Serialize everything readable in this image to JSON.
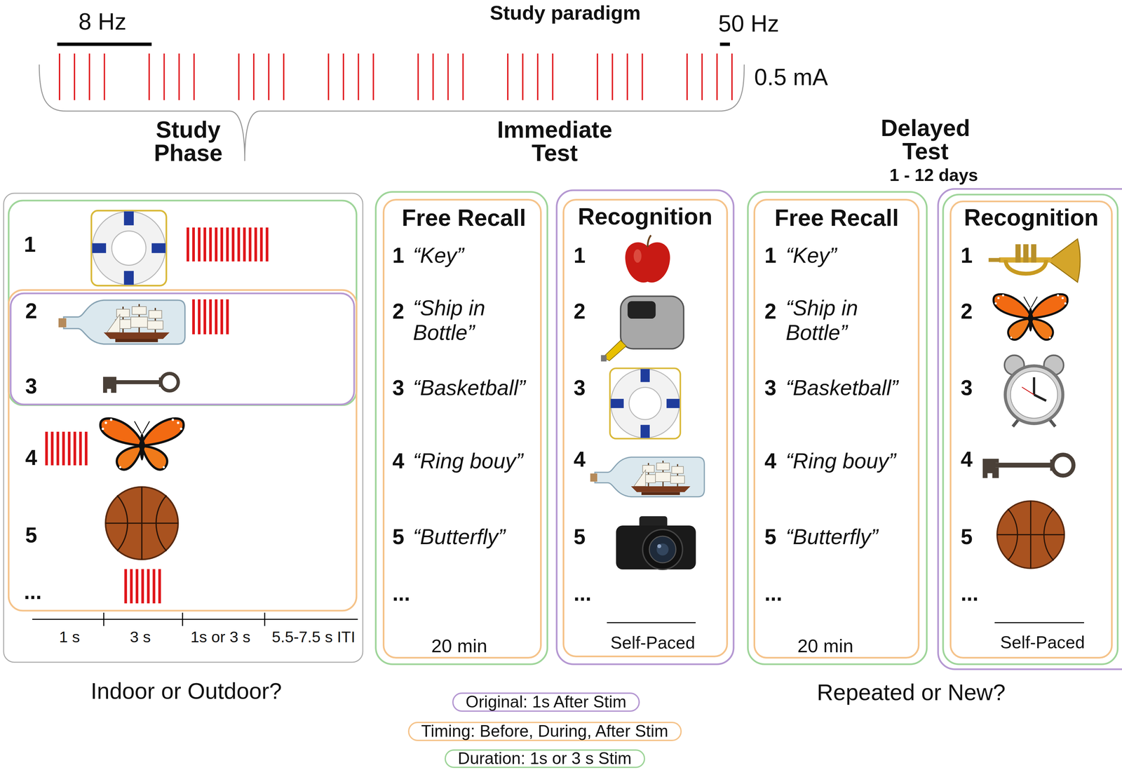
{
  "diagram": {
    "title": "Study paradigm",
    "nodes": [
      {
        "text": [
          "Free Recall",
          "1",
          "“Key”",
          "2",
          "“Ship in Bottle”",
          "3",
          "“Basketball”",
          "4",
          "“Ring bouy”",
          "5",
          "“Butterfly”",
          "...",
          "20 min"
        ]
      },
      {
        "text": [
          "Recognition",
          "1",
          "2",
          "3",
          "4",
          "5",
          "...",
          "Self-Paced"
        ]
      },
      {
        "text": [
          "Free Recall",
          "1",
          "“Key”",
          "2",
          "“Ship in Bottle”",
          "3",
          "“Basketball”",
          "4",
          "“Ring bouy”",
          "5",
          "“Butterfly”",
          "...",
          "20 min"
        ]
      },
      {
        "text": [
          "Recognition",
          "1",
          "2",
          "3",
          "4",
          "5",
          "...",
          "Self-Paced"
        ]
      },
      {
        "text": [
          "Original: 1s After Stim"
        ]
      },
      {
        "text": [
          "Timing: Before, During, After Stim"
        ]
      },
      {
        "text": [
          "Duration: 1s or 3 s Stim"
        ]
      }
    ],
    "labels": [
      "8 Hz",
      "50 Hz",
      "0.5 mA",
      "Study Phase",
      "Immediate Test",
      "Delayed Test",
      "1 - 12 days",
      "1",
      "2",
      "3",
      "4",
      "5",
      "...",
      "1 s",
      "3 s",
      "1s or 3 s",
      "5.5-7.5 s ITI",
      "Indoor or Outdoor?",
      "Repeated or New?"
    ]
  }
}
